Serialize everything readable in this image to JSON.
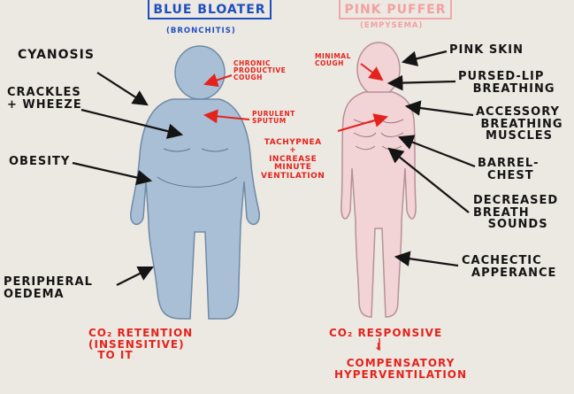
{
  "header": {
    "left_title": "BLUE BLOATER",
    "left_subtitle": "(BRONCHITIS)",
    "right_title": "PINK PUFFER",
    "right_subtitle": "(EMPYSEMA)"
  },
  "blue_bloater": {
    "fill_color": "#a9bfd6",
    "labels": {
      "cyanosis": "CYANOSIS",
      "crackles": "CRACKLES\n+ WHEEZE",
      "obesity": "OBESITY",
      "oedema": "PERIPHERAL\nOEDEMA",
      "chronic_cough": "CHRONIC\nPRODUCTIVE\nCOUGH",
      "sputum": "PURULENT\nSPUTUM",
      "tachypnea": "TACHYPNEA\n+\nINCREASE\nMINUTE\nVENTILATION",
      "footer": "CO₂ RETENTION\n(INSENSITIVE)\n  TO IT"
    }
  },
  "pink_puffer": {
    "fill_color": "#f2d3d6",
    "labels": {
      "minimal_cough": "MINIMAL\nCOUGH",
      "pink_skin": "PINK SKIN",
      "pursed_lip": "PURSED-LIP\n   BREATHING",
      "accessory": "ACCESSORY\n BREATHING\n  MUSCLES",
      "barrel": "BARREL-\n  CHEST",
      "decreased": "DECREASED\nBREATH\n   SOUNDS",
      "cachectic": "CACHECTIC\n  APPERANCE",
      "footer_top": "CO₂ RESPONSIVE",
      "footer_arrow": "↓",
      "footer_bottom": "COMPENSATORY\nHYPERVENTILATION"
    }
  },
  "colors": {
    "annotation_red": "#e4231c",
    "annotation_black": "#141414",
    "title_blue": "#1f4fbf",
    "title_pink": "#f2a0a0"
  }
}
